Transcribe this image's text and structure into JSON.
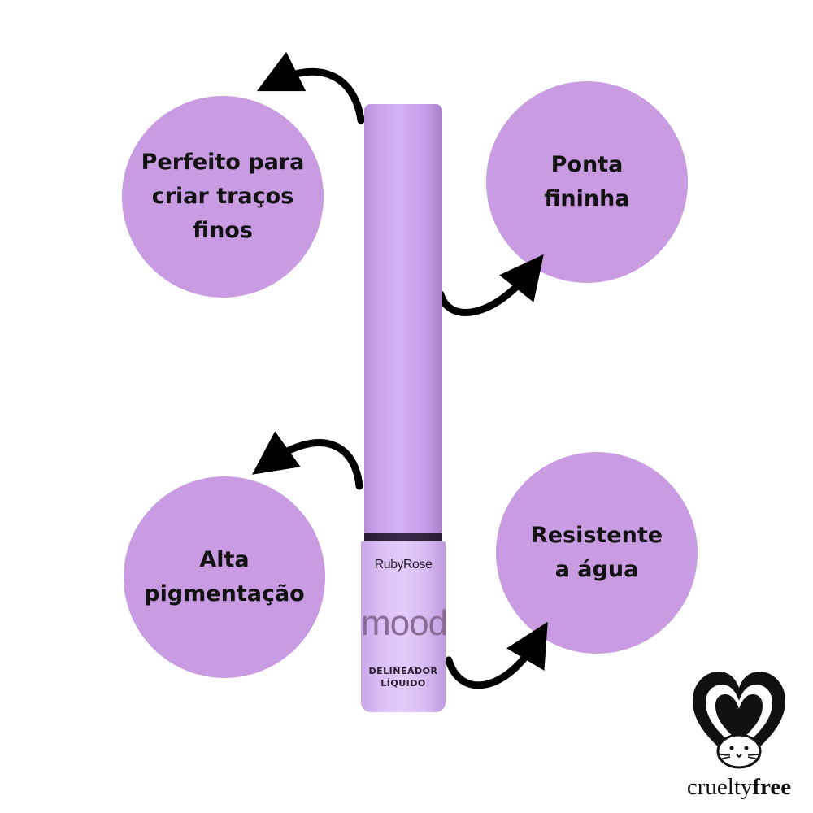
{
  "features": {
    "top_left": "Perfeito para\ncriar traços\nfinos",
    "top_right": "Ponta\nfininha",
    "bottom_left": "Alta\npigmentação",
    "bottom_right": "Resistente\na água"
  },
  "product": {
    "brand": "RubyRose",
    "line": "mood",
    "type": "DELINEADOR\nLÍQUIDO"
  },
  "badge": {
    "icon": "bunny-heart-icon",
    "text_regular": "cruelty",
    "text_bold": "free"
  },
  "colors": {
    "bubble": "#c89be3",
    "product": "#d3b2f4",
    "arrow": "#000000"
  }
}
